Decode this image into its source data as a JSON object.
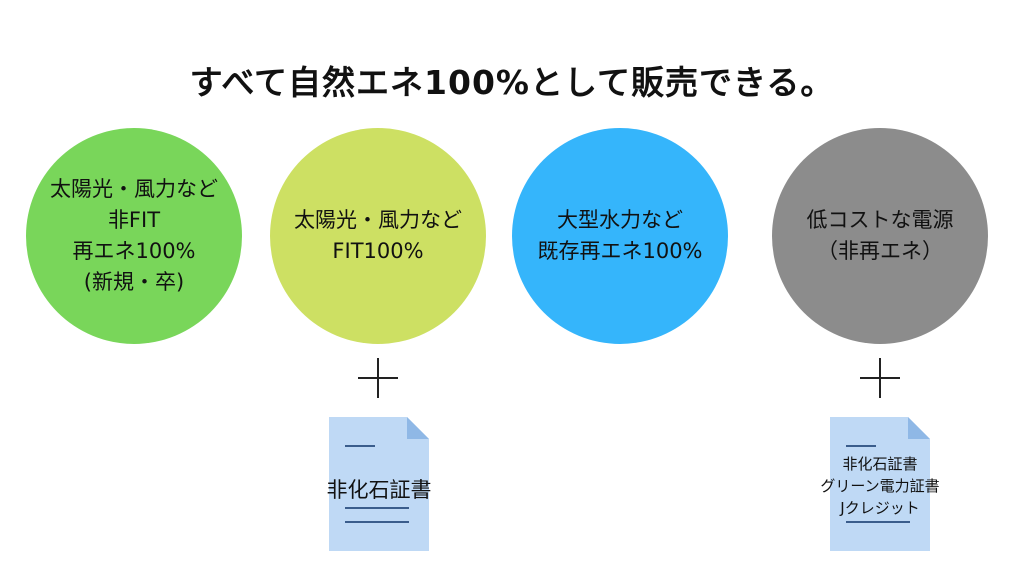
{
  "title": "すべて自然エネ100%として販売できる。",
  "colors": {
    "green": "#79d65a",
    "lime": "#cde063",
    "blue": "#35b5fb",
    "gray": "#8c8c8c",
    "doc_fill": "#bfd9f5",
    "doc_fold": "#8fb8e6",
    "doc_line": "#3a5d8c"
  },
  "circles": [
    {
      "color": "green",
      "lines": [
        "太陽光・風力など",
        "非FIT",
        "再エネ100%",
        "(新規・卒)"
      ]
    },
    {
      "color": "lime",
      "lines": [
        "太陽光・風力など",
        "FIT100%"
      ]
    },
    {
      "color": "blue",
      "lines": [
        "大型水力など",
        "既存再エネ100%"
      ]
    },
    {
      "color": "gray",
      "lines": [
        "低コストな電源",
        "（非再エネ）"
      ]
    }
  ],
  "plus_icons": [
    {
      "icon": "plus-icon",
      "under_circle": 2
    },
    {
      "icon": "plus-icon",
      "under_circle": 4
    }
  ],
  "documents": [
    {
      "icon": "document-icon",
      "lines": [
        "非化石証書"
      ]
    },
    {
      "icon": "document-icon",
      "lines": [
        "非化石証書",
        "グリーン電力証書",
        "Jクレジット"
      ]
    }
  ]
}
